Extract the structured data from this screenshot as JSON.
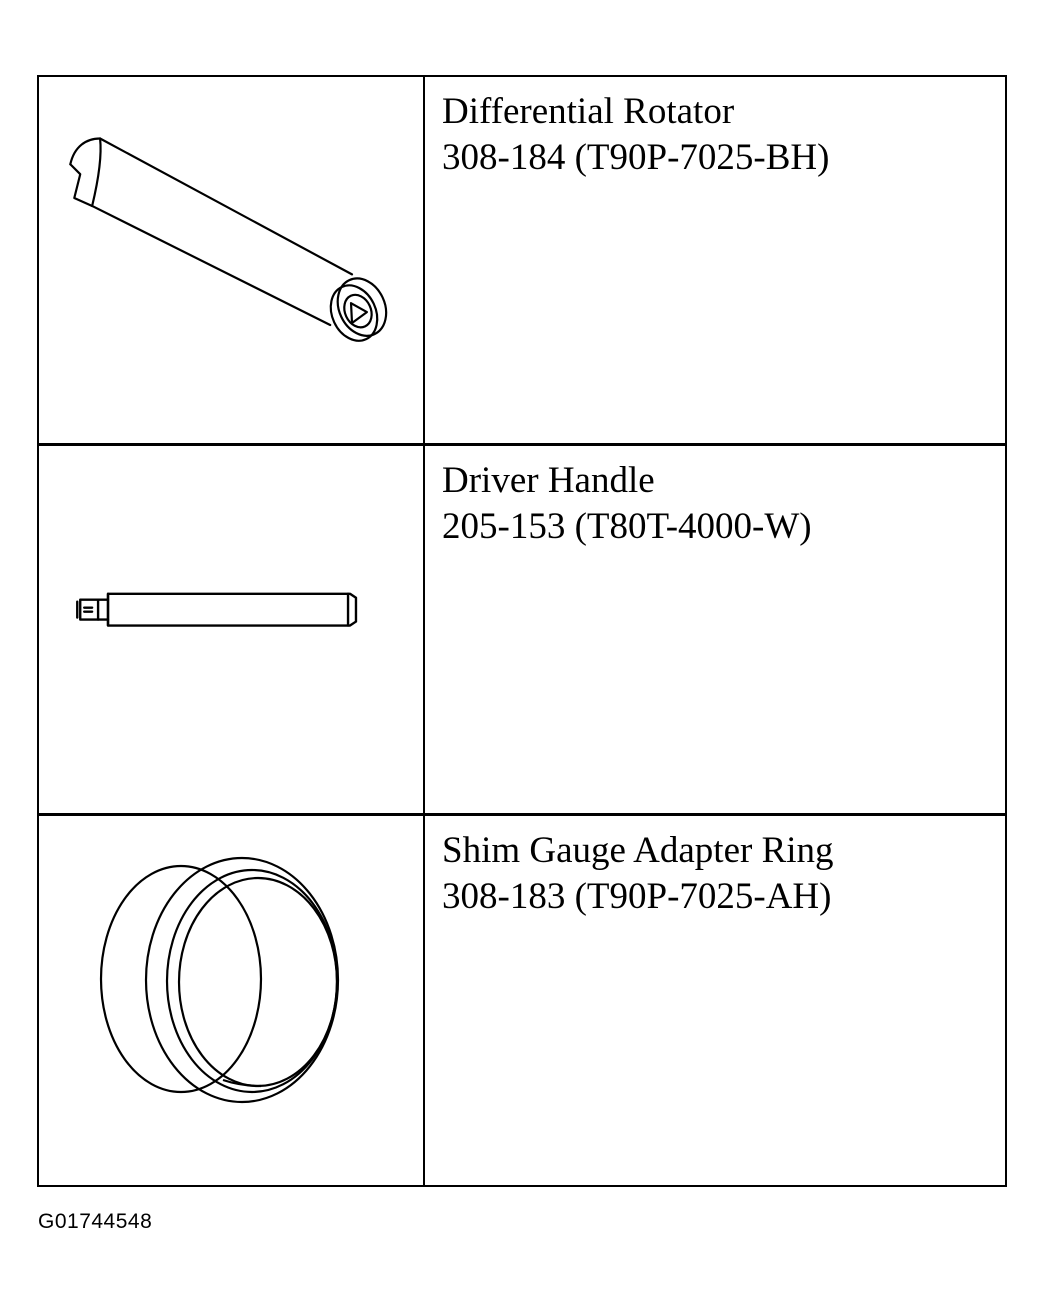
{
  "tools": [
    {
      "name": "Differential Rotator",
      "part_number": "308-184 (T90P-7025-BH)",
      "icon": "differential-rotator-icon"
    },
    {
      "name": "Driver Handle",
      "part_number": "205-153 (T80T-4000-W)",
      "icon": "driver-handle-icon"
    },
    {
      "name": "Shim Gauge Adapter Ring",
      "part_number": "308-183 (T90P-7025-AH)",
      "icon": "adapter-ring-icon"
    }
  ],
  "figure_code": "G01744548",
  "colors": {
    "line": "#000000",
    "background": "#ffffff"
  }
}
